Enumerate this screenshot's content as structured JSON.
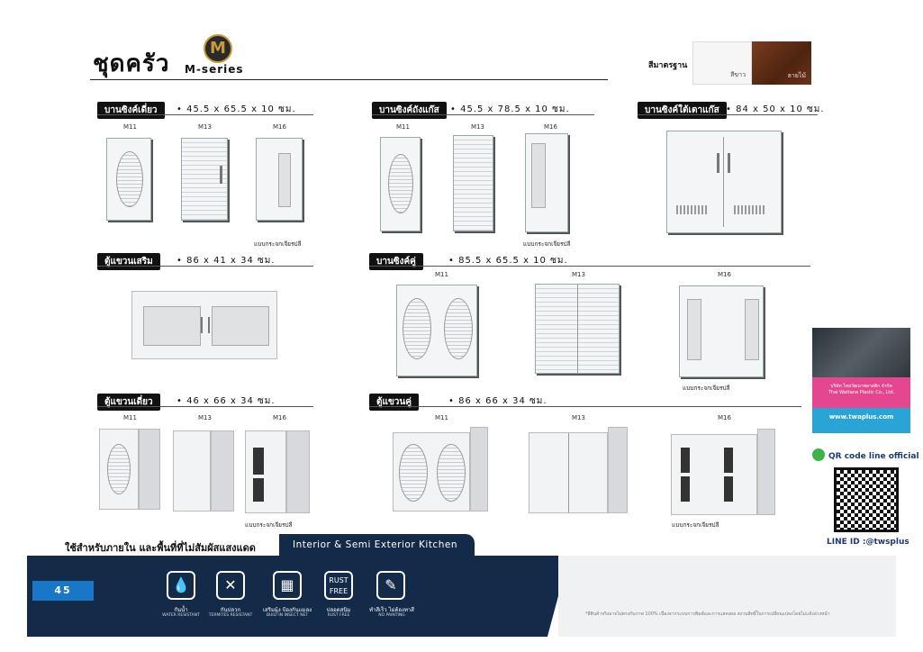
{
  "header": {
    "title": "ชุดครัว",
    "logo_letter": "M",
    "logo_text": "M-series",
    "standard_colors_label": "สีมาตรฐาน",
    "swatches": [
      {
        "label": "สีขาว",
        "color": "#f6f6f6"
      },
      {
        "label": "ลายไม้",
        "color": "#5b2a12"
      }
    ]
  },
  "sections": {
    "single_sink": {
      "label": "บานซิงค์เดี่ยว",
      "dims": "• 45.5 x 65.5 x 10 ซม.",
      "variants": [
        "M11",
        "M13",
        "M16"
      ],
      "note": "แบบกระจกเจียรปลี"
    },
    "sink_pillar": {
      "label": "บานซิงค์ถังแก๊ส",
      "dims": "• 45.5 x 78.5 x 10 ซม.",
      "variants": [
        "M11",
        "M13",
        "M16"
      ],
      "note": "แบบกระจกเจียรปลี"
    },
    "under_stove": {
      "label": "บานซิงค์ใต้เตาแก๊ส",
      "dims": "• 84 x 50 x 10 ซม."
    },
    "extra_wall": {
      "label": "ตู้แขวนเสริม",
      "dims": "• 86 x 41 x 34 ซม."
    },
    "double_sink": {
      "label": "บานซิงค์คู่",
      "dims": "• 85.5 x 65.5 x 10 ซม.",
      "variants": [
        "M11",
        "M13",
        "M16"
      ],
      "note": "แบบกระจกเจียรปลี"
    },
    "single_wall": {
      "label": "ตู้แขวนเดี่ยว",
      "dims": "• 46 x 66 x 34 ซม.",
      "variants": [
        "M11",
        "M13",
        "M16"
      ],
      "note": "แบบกระจกเจียรปลี"
    },
    "double_wall": {
      "label": "ตู้แขวนคู่",
      "dims": "• 86 x 66 x 34 ซม.",
      "variants": [
        "M11",
        "M13",
        "M16"
      ],
      "note": "แบบกระจกเจียรปลี"
    }
  },
  "ad": {
    "company": "บริษัท ไทยวัฒนาพลาสติก จำกัด",
    "sub": "Thai Wattana Plastic Co., Ltd.",
    "url": "www.twaplus.com"
  },
  "qr": {
    "title": "QR code line official",
    "line_id": "LINE ID :@twsplus"
  },
  "footer": {
    "tagline": "ใช้สำหรับภายใน และพื้นที่ที่ไม่สัมผัสแสงแดด",
    "english": "Interior & Semi Exterior Kitchen",
    "page_number": "45",
    "features": [
      {
        "th": "กันน้ำ",
        "en": "WATER RESISTANT",
        "icon": "water-drop-icon",
        "glyph": "💧"
      },
      {
        "th": "กันปลวก",
        "en": "TERMITES RESISTANT",
        "icon": "termite-icon",
        "glyph": "✕"
      },
      {
        "th": "เสริมมุ้ง ป้องกันแมลง",
        "en": "BUILT-IN INSECT NET",
        "icon": "insect-net-icon",
        "glyph": "▦"
      },
      {
        "th": "ปลอดสนิม",
        "en": "RUST FREE",
        "icon": "rust-free-icon",
        "glyph": "RUST FREE"
      },
      {
        "th": "ทำสีเร็ว ไม่ต้องทาสี",
        "en": "NO PAINTING",
        "icon": "no-painting-icon",
        "glyph": "✎"
      }
    ],
    "disclaimer": "*สีสินค้าจริงอาจไม่ตรงกับภาพ 100% เนื่องจากระบบการพิมพ์และการแสดงผล สงวนสิทธิ์ในการเปลี่ยนแปลงโดยไม่แจ้งล่วงหน้า"
  }
}
